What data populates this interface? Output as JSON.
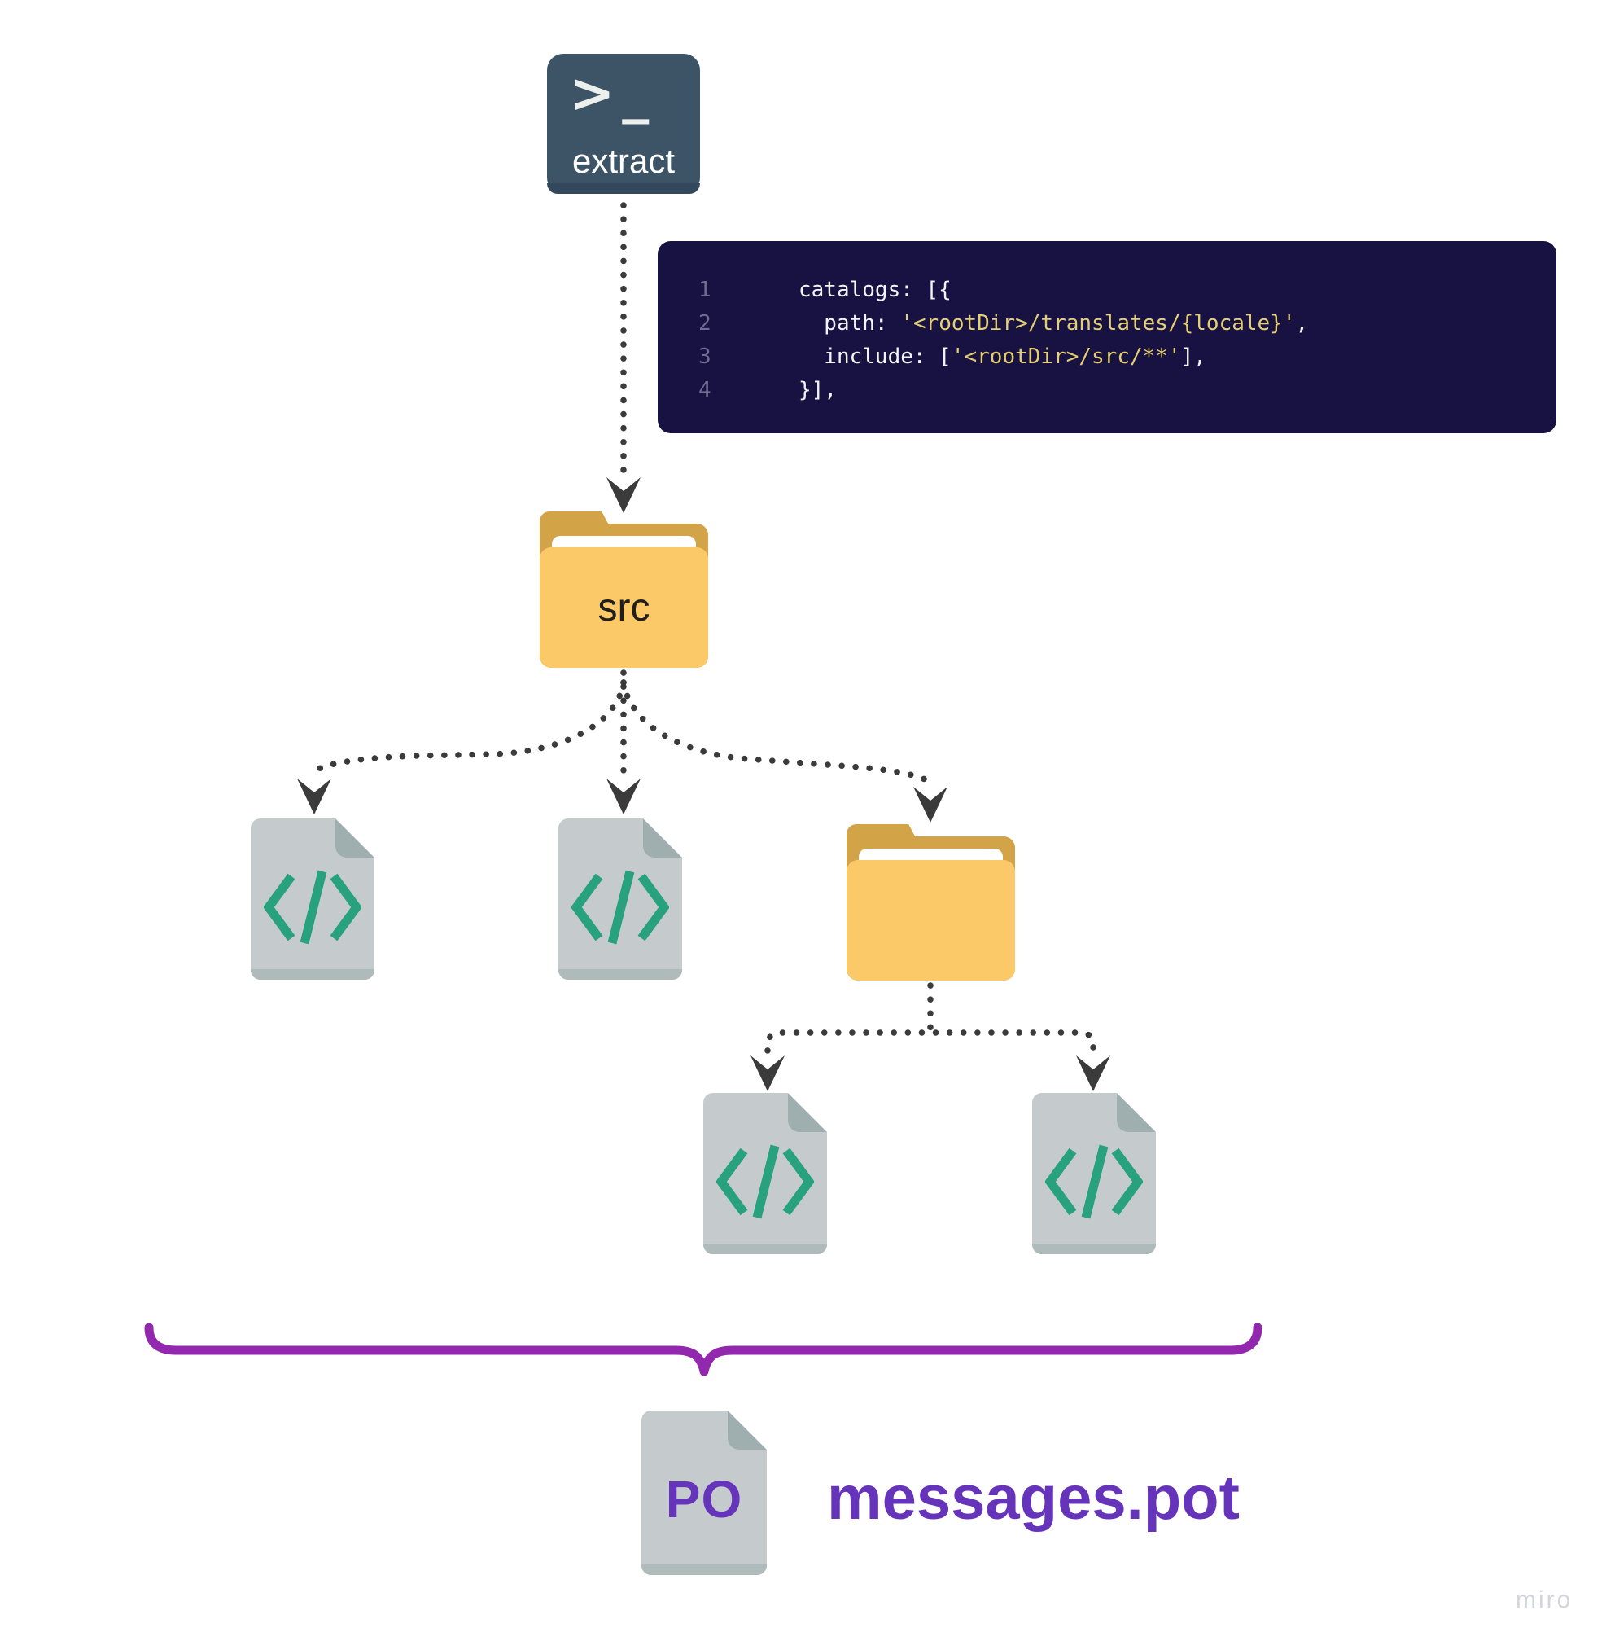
{
  "terminal": {
    "prompt": ">_",
    "label": "extract"
  },
  "code_block": {
    "lines": [
      {
        "num": "1",
        "parts": [
          {
            "type": "plain",
            "text": "catalogs: [{"
          }
        ]
      },
      {
        "num": "2",
        "parts": [
          {
            "type": "plain",
            "text": "  path: "
          },
          {
            "type": "string",
            "text": "'<rootDir>/translates/{locale}'"
          },
          {
            "type": "plain",
            "text": ","
          }
        ]
      },
      {
        "num": "3",
        "parts": [
          {
            "type": "plain",
            "text": "  include: ["
          },
          {
            "type": "string",
            "text": "'<rootDir>/src/**'"
          },
          {
            "type": "plain",
            "text": "],"
          }
        ]
      },
      {
        "num": "4",
        "parts": [
          {
            "type": "plain",
            "text": "}],"
          }
        ]
      }
    ]
  },
  "folders": {
    "src_label": "src"
  },
  "output": {
    "po_label": "PO",
    "file_name": "messages.pot"
  },
  "watermark": "miro",
  "icons": {
    "terminal_prompt": ">_",
    "code_file_glyph": "</>",
    "folder": "folder-shape",
    "connector": "dotted-arrow-down",
    "brace": "curly-brace-horizontal"
  },
  "colors": {
    "terminal_bg": "#3d5366",
    "code_bg": "#181243",
    "code_plain": "#f4f4f6",
    "code_string": "#e5cf73",
    "line_number": "#6f6c91",
    "folder_front": "#fbc967",
    "folder_back": "#d2a347",
    "file_gray": "#c5cbcc",
    "file_fold": "#9fafaf",
    "code_glyph_green": "#27a17e",
    "connector": "#3b3b3b",
    "brace_purple": "#9128ad",
    "output_purple": "#6634ba",
    "watermark_gray": "#d4d4df"
  }
}
